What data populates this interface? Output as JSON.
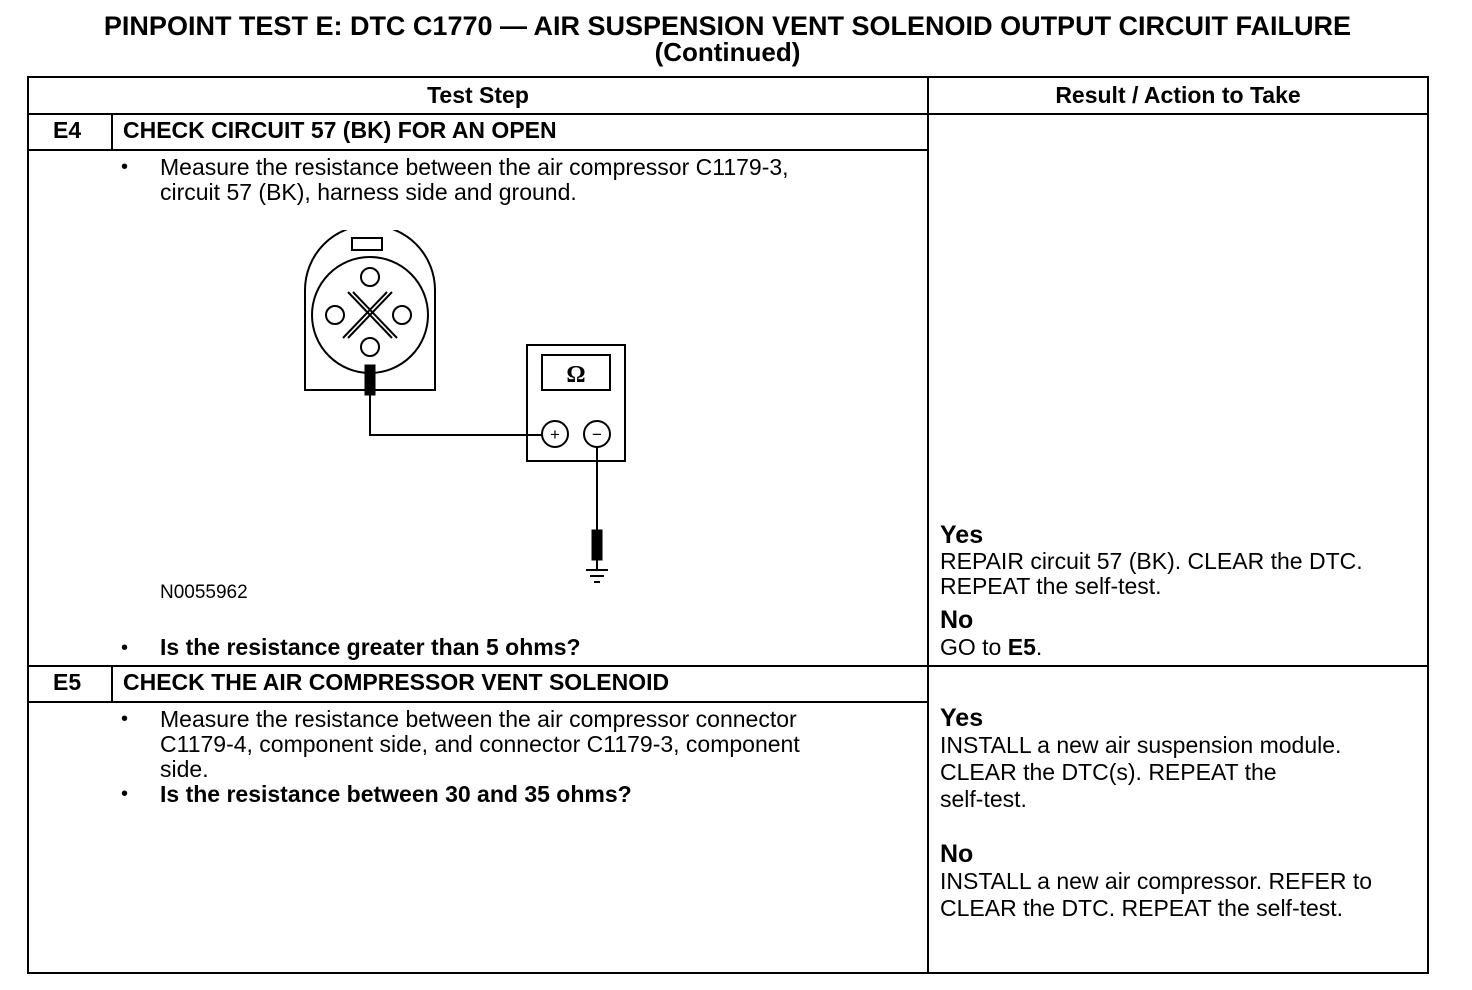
{
  "title": {
    "line1": "PINPOINT TEST E: DTC C1770 — AIR SUSPENSION VENT SOLENOID OUTPUT CIRCUIT FAILURE",
    "line2": "(Continued)"
  },
  "table": {
    "headers": {
      "step": "Test Step",
      "result": "Result / Action to Take"
    },
    "steps": [
      {
        "id": "E4",
        "heading": "CHECK CIRCUIT 57 (BK) FOR AN OPEN",
        "instruction_lines": [
          "Measure the resistance between the air compressor C1179-3,",
          "circuit 57 (BK), harness side and ground."
        ],
        "figure_id": "N0055962",
        "question": "Is the resistance greater than 5 ohms?",
        "results": [
          {
            "label": "Yes",
            "lines": [
              "REPAIR circuit 57 (BK). CLEAR the DTC.",
              "REPEAT the self-test."
            ]
          },
          {
            "label": "No",
            "go_prefix": "GO to ",
            "go_target": "E5",
            "go_suffix": "."
          }
        ]
      },
      {
        "id": "E5",
        "heading": "CHECK THE AIR COMPRESSOR VENT SOLENOID",
        "instruction_lines": [
          "Measure the resistance between the air compressor connector",
          "C1179-4, component side, and connector C1179-3, component",
          "side."
        ],
        "question": "Is the resistance between 30 and 35 ohms?",
        "results": [
          {
            "label": "Yes",
            "lines": [
              "INSTALL a new air suspension module.",
              "CLEAR the DTC(s). REPEAT the",
              "self-test."
            ]
          },
          {
            "label": "No",
            "lines": [
              "INSTALL a new air compressor. REFER to",
              "CLEAR the DTC. REPEAT the self-test."
            ]
          }
        ]
      }
    ]
  },
  "diagram": {
    "meter_symbol": "Ω",
    "plus_symbol": "+",
    "minus_symbol": "−"
  },
  "bullet_char": "•"
}
